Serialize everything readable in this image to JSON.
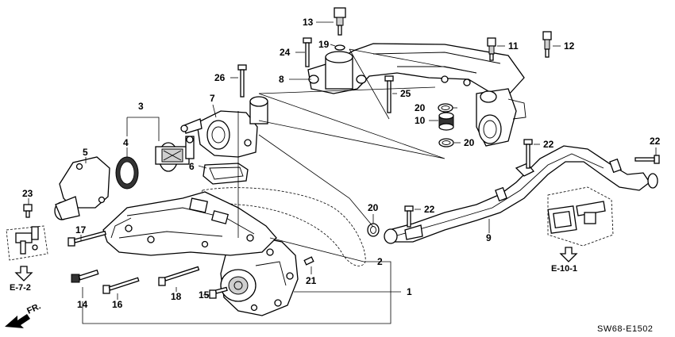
{
  "callouts": {
    "c1": "1",
    "c2": "2",
    "c3": "3",
    "c4": "4",
    "c5": "5",
    "c6": "6",
    "c7": "7",
    "c8": "8",
    "c9": "9",
    "c10": "10",
    "c11": "11",
    "c12": "12",
    "c13": "13",
    "c14": "14",
    "c15": "15",
    "c16": "16",
    "c17": "17",
    "c18": "18",
    "c19": "19",
    "c20a": "20",
    "c20b": "20",
    "c20c": "20",
    "c21": "21",
    "c22a": "22",
    "c22b": "22",
    "c22c": "22",
    "c23": "23",
    "c24": "24",
    "c25": "25",
    "c26": "26"
  },
  "references": {
    "left": "E-7-2",
    "right": "E-10-1"
  },
  "front_marker": "FR.",
  "diagram_code": "SW68-E1502"
}
